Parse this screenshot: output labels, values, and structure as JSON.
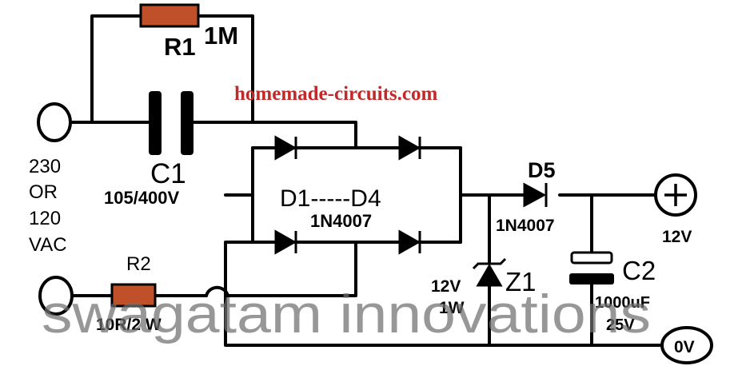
{
  "colors": {
    "wire": "#000000",
    "resistor_fill": "#c0502a",
    "watermark_text": "#c02a2a",
    "watermark_overlay": "#6f6f6f"
  },
  "labels": {
    "r1": "R1",
    "r1_value": "1M",
    "c1": "C1",
    "c1_value": "105/400V",
    "website": "homemade-circuits.com",
    "input_line1": "230",
    "input_line2": "OR",
    "input_line3": "120",
    "input_line4": "VAC",
    "r2": "R2",
    "r2_value": "10R/2 W",
    "bridge": "D1-----D4",
    "bridge_value": "1N4007",
    "d5": "D5",
    "d5_value": "1N4007",
    "z1": "Z1",
    "z1_voltage": "12V",
    "z1_power": "1W",
    "c2": "C2",
    "c2_value1": "1000uF",
    "c2_value2": "25V",
    "out_positive": "12V",
    "out_ground": "0V",
    "plus_symbol": "+",
    "overlay": "swagatam innovations"
  }
}
